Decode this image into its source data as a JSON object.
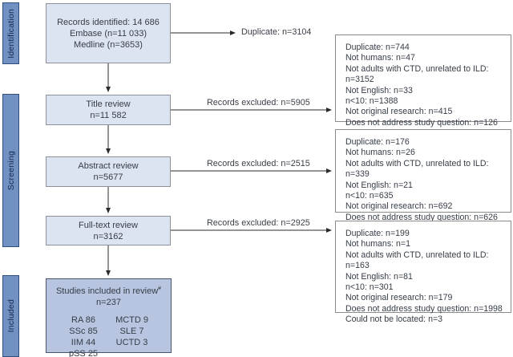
{
  "diagram": {
    "stages": [
      {
        "label": "Identification"
      },
      {
        "label": "Screening"
      },
      {
        "label": "Included"
      }
    ],
    "boxes": {
      "identified": {
        "lines": [
          "Records identified: 14 686",
          "Embase (n=11 033)",
          "Medline (n=3653)"
        ]
      },
      "title_review": {
        "lines": [
          "Title review",
          "n=11 582"
        ]
      },
      "abstract_review": {
        "lines": [
          "Abstract review",
          "n=5677"
        ]
      },
      "fulltext_review": {
        "lines": [
          "Full-text review",
          "n=3162"
        ]
      },
      "included": {
        "title": "Studies included in review",
        "superscript": "#",
        "count": "n=237",
        "col1": [
          "RA 86",
          "SSc 85",
          "IIM 44",
          "pSS 25"
        ],
        "col2": [
          "MCTD 9",
          "SLE 7",
          "UCTD 3"
        ]
      }
    },
    "annotations": {
      "duplicate": "Duplicate: n=3104",
      "excluded1": "Records excluded: n=5905",
      "excluded2": "Records excluded: n=2515",
      "excluded3": "Records excluded: n=2925"
    },
    "exclusion_boxes": [
      {
        "lines": [
          "Duplicate: n=744",
          "Not humans: n=47",
          "Not adults with CTD, unrelated to ILD: n=3152",
          "Not English: n=33",
          "n<10: n=1388",
          "Not original research: n=415",
          "Does not address study question: n=126"
        ]
      },
      {
        "lines": [
          "Duplicate: n=176",
          "Not humans: n=26",
          "Not adults with CTD, unrelated to ILD: n=339",
          "Not English: n=21",
          "n<10: n=635",
          "Not original research: n=692",
          "Does not address study question: n=626"
        ]
      },
      {
        "lines": [
          "Duplicate: n=199",
          "Not humans: n=1",
          "Not adults with CTD, unrelated to ILD: n=163",
          "Not English: n=81",
          "n<10: n=301",
          "Not original research: n=179",
          "Does not address study question: n=1998",
          "Could not be located: n=3"
        ]
      }
    ],
    "colors": {
      "stage_fill": "#7191c3",
      "stage_border": "#2f4e7d",
      "stage_text": "#16294d",
      "light_box_fill": "#dde4f1",
      "light_box_border": "#8b9099",
      "included_fill": "#b7c5e1",
      "included_border": "#4b5567",
      "exclusion_border": "#8b8b8b",
      "arrow_line": "#2b2b2b",
      "text": "#363d47"
    }
  }
}
